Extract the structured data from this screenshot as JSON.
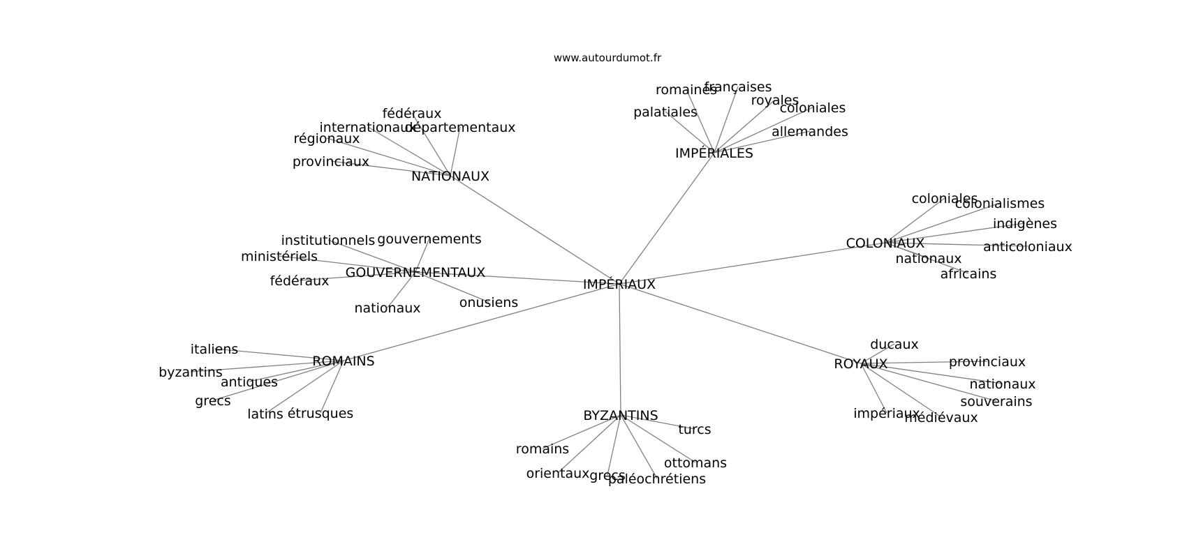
{
  "site": "www.autourdumot.fr",
  "root": {
    "label": "IMPÉRIAUX",
    "groups": [
      {
        "label": "NATIONAUX",
        "children": [
          "fédéraux",
          "internationaux",
          "départementaux",
          "régionaux",
          "provinciaux"
        ]
      },
      {
        "label": "IMPÉRIALES",
        "children": [
          "romaines",
          "françaises",
          "royales",
          "palatiales",
          "coloniales",
          "allemandes"
        ]
      },
      {
        "label": "COLONIAUX",
        "children": [
          "coloniales",
          "colonialismes",
          "indigènes",
          "anticoloniaux",
          "nationaux",
          "africains"
        ]
      },
      {
        "label": "GOUVERNEMENTAUX",
        "children": [
          "institutionnels",
          "gouvernements",
          "ministériels",
          "fédéraux",
          "nationaux",
          "onusiens"
        ]
      },
      {
        "label": "ROMAINS",
        "children": [
          "italiens",
          "byzantins",
          "antiques",
          "grecs",
          "latins",
          "étrusques"
        ]
      },
      {
        "label": "ROYAUX",
        "children": [
          "ducaux",
          "provinciaux",
          "nationaux",
          "souverains",
          "impériaux",
          "médiévaux"
        ]
      },
      {
        "label": "BYZANTINS",
        "children": [
          "turcs",
          "romains",
          "ottomans",
          "orientaux",
          "grecs",
          "paléochrétiens"
        ]
      }
    ]
  }
}
